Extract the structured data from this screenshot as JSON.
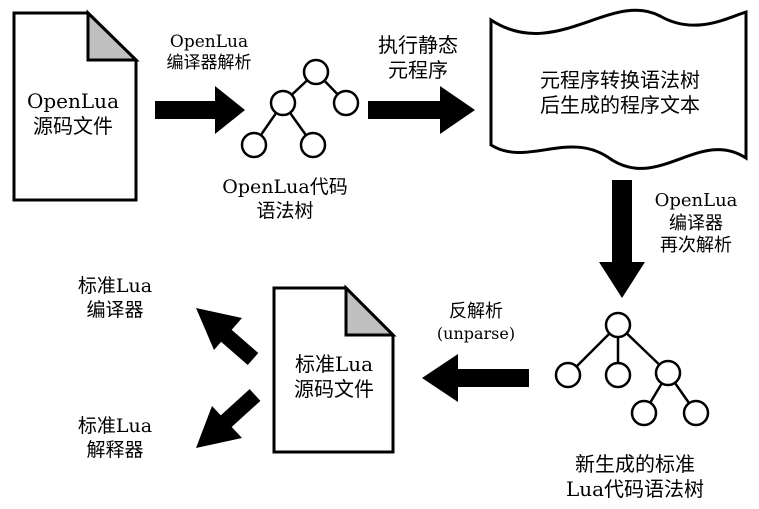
{
  "nodes": {
    "source_file": {
      "line1": "OpenLua",
      "line2": "源码文件"
    },
    "ast1": {
      "line1": "OpenLua代码",
      "line2": "语法树"
    },
    "generated_text": {
      "line1": "元程序转换语法树",
      "line2": "后生成的程序文本"
    },
    "ast2": {
      "line1": "新生成的标准",
      "line2": "Lua代码语法树"
    },
    "std_source_file": {
      "line1": "标准Lua",
      "line2": "源码文件"
    },
    "std_compiler": {
      "line1": "标准Lua",
      "line2": "编译器"
    },
    "std_interpreter": {
      "line1": "标准Lua",
      "line2": "解释器"
    }
  },
  "edges": {
    "parse": {
      "line1": "OpenLua",
      "line2": "编译器解析"
    },
    "exec_meta": {
      "line1": "执行静态",
      "line2": "元程序"
    },
    "reparse": {
      "line1": "OpenLua",
      "line2": "编译器",
      "line3": "再次解析"
    },
    "unparse": {
      "line1": "反解析",
      "line2": "(unparse)"
    }
  },
  "colors": {
    "fill": "#ffffff",
    "stroke": "#000000",
    "fold": "#c0c0c0"
  }
}
